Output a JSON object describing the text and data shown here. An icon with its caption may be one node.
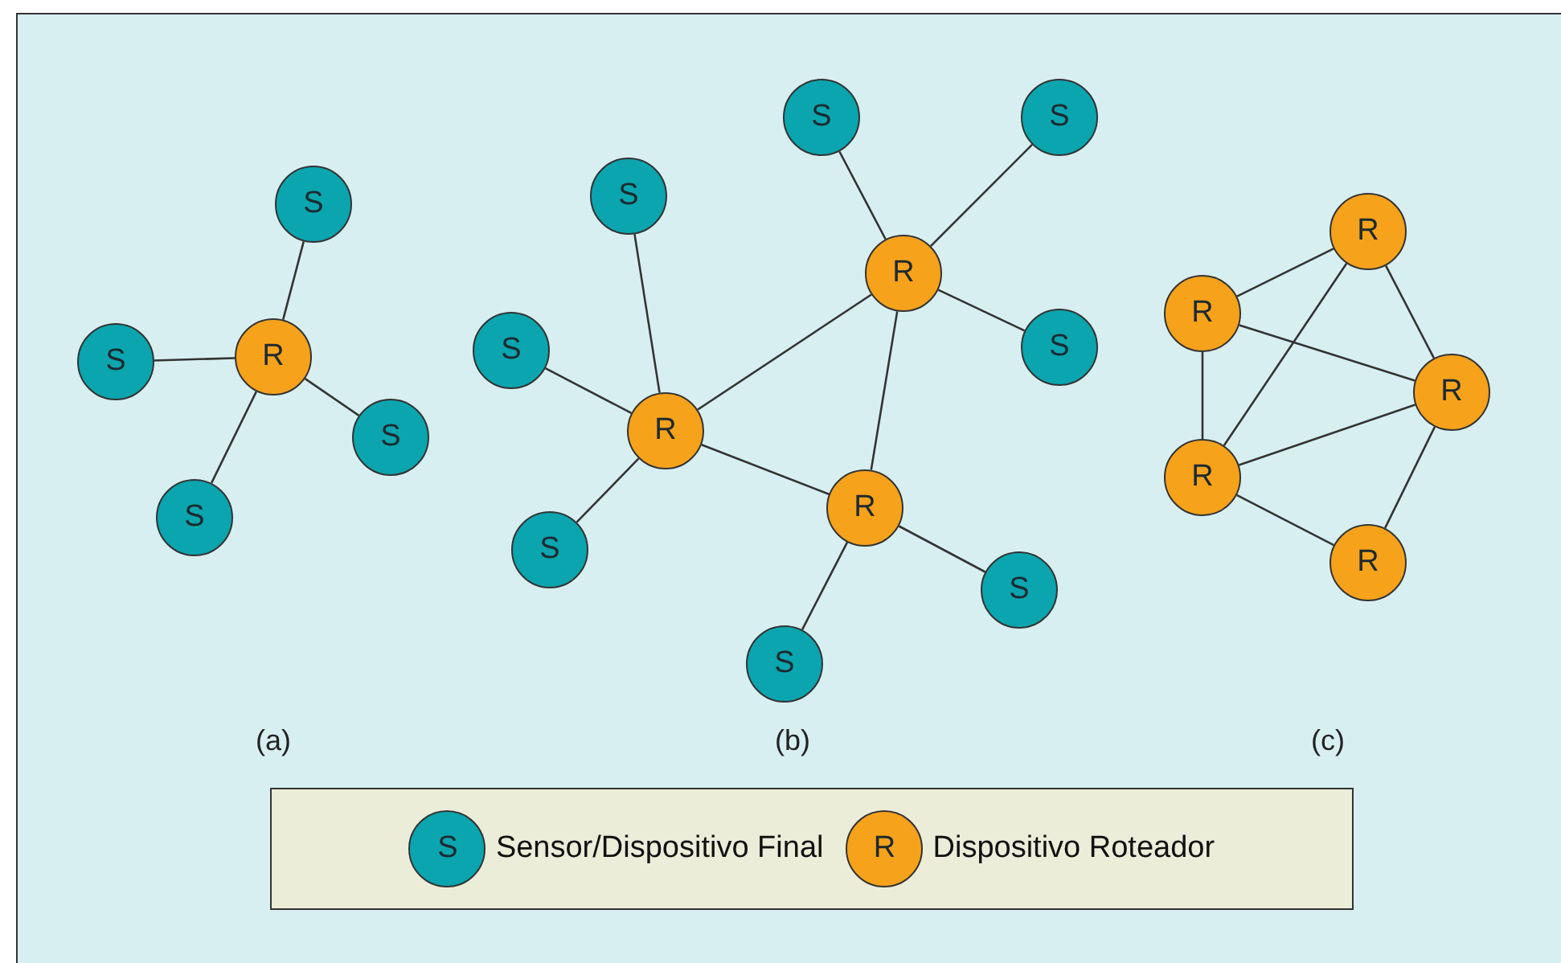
{
  "diagram": {
    "nodes": [
      {
        "text": [
          "S"
        ]
      },
      {
        "text": [
          "S"
        ]
      },
      {
        "text": [
          "R"
        ]
      },
      {
        "text": [
          "S"
        ]
      },
      {
        "text": [
          "S"
        ]
      },
      {
        "text": [
          "S"
        ]
      },
      {
        "text": [
          "S"
        ]
      },
      {
        "text": [
          "S"
        ]
      },
      {
        "text": [
          "R"
        ]
      },
      {
        "text": [
          "S"
        ]
      },
      {
        "text": [
          "S"
        ]
      },
      {
        "text": [
          "R"
        ]
      },
      {
        "text": [
          "R"
        ]
      },
      {
        "text": [
          "S"
        ]
      },
      {
        "text": [
          "S"
        ]
      },
      {
        "text": [
          "S"
        ]
      },
      {
        "text": [
          "R"
        ]
      },
      {
        "text": [
          "R"
        ]
      },
      {
        "text": [
          "R"
        ]
      },
      {
        "text": [
          "R"
        ]
      },
      {
        "text": [
          "R"
        ]
      }
    ],
    "edges": [
      {
        "from": 2,
        "to": 0,
        "arrow": "none"
      },
      {
        "from": 2,
        "to": 1,
        "arrow": "none"
      },
      {
        "from": 2,
        "to": 3,
        "arrow": "none"
      },
      {
        "from": 2,
        "to": 4,
        "arrow": "none"
      },
      {
        "from": 8,
        "to": 5,
        "arrow": "none"
      },
      {
        "from": 8,
        "to": 6,
        "arrow": "none"
      },
      {
        "from": 8,
        "to": 10,
        "arrow": "none"
      },
      {
        "from": 8,
        "to": 11,
        "arrow": "none"
      },
      {
        "from": 8,
        "to": 12,
        "arrow": "none"
      },
      {
        "from": 11,
        "to": 7,
        "arrow": "none"
      },
      {
        "from": 11,
        "to": 9,
        "arrow": "none"
      },
      {
        "from": 11,
        "to": 13,
        "arrow": "none"
      },
      {
        "from": 11,
        "to": 12,
        "arrow": "none"
      },
      {
        "from": 12,
        "to": 14,
        "arrow": "none"
      },
      {
        "from": 12,
        "to": 15,
        "arrow": "none"
      },
      {
        "from": 16,
        "to": 17,
        "arrow": "none"
      },
      {
        "from": 16,
        "to": 18,
        "arrow": "none"
      },
      {
        "from": 16,
        "to": 19,
        "arrow": "none"
      },
      {
        "from": 17,
        "to": 18,
        "arrow": "none"
      },
      {
        "from": 17,
        "to": 19,
        "arrow": "none"
      },
      {
        "from": 19,
        "to": 18,
        "arrow": "none"
      },
      {
        "from": 19,
        "to": 20,
        "arrow": "none"
      },
      {
        "from": 20,
        "to": 18,
        "arrow": "none"
      }
    ],
    "labels": [
      "(a)",
      "(b)",
      "(c)",
      "S",
      "R"
    ],
    "legend": [
      {
        "text": "Sensor/Dispositivo Final",
        "color": "#0aa5ae"
      },
      {
        "text": "Dispositivo Roteador",
        "color": "#f7a21b"
      }
    ]
  }
}
